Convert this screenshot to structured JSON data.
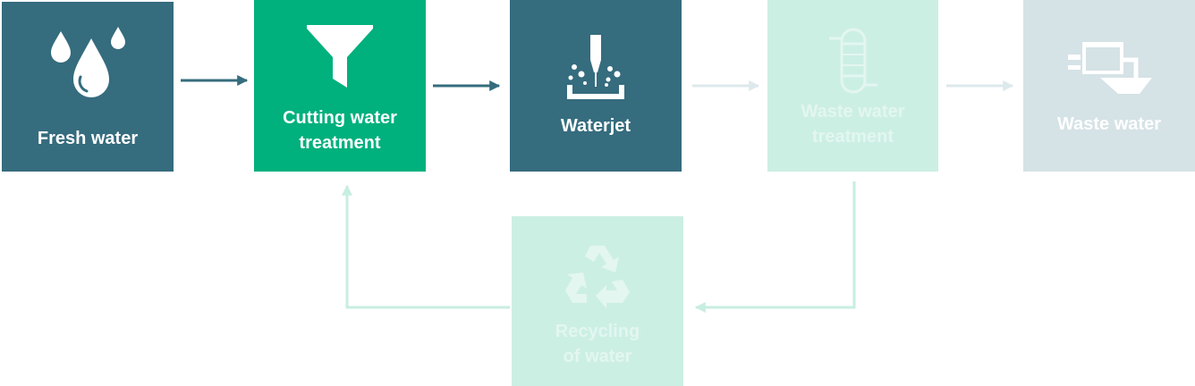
{
  "steps": {
    "fresh_water": "Fresh water",
    "cutting_water_treatment": "Cutting water\ntreatment",
    "waterjet": "Waterjet",
    "waste_water_treatment": "Waste water\ntreatment",
    "waste_water": "Waste water",
    "recycling_of_water": "Recycling\nof water"
  },
  "icons": {
    "fresh_water": "water-drops-icon",
    "cutting_water_treatment": "funnel-icon",
    "waterjet": "waterjet-nozzle-icon",
    "waste_water_treatment": "treatment-tank-icon",
    "waste_water": "sewage-drain-icon",
    "recycling_of_water": "recycle-icon"
  },
  "colors": {
    "active_teal": "#356c7e",
    "active_green": "#00b07d",
    "inactive_mint": "#ccefe4",
    "inactive_grey": "#d5e2e6",
    "arrow_active": "#356c7e",
    "arrow_inactive": "#dde9ec",
    "arrow_mint": "#c8ede2"
  }
}
